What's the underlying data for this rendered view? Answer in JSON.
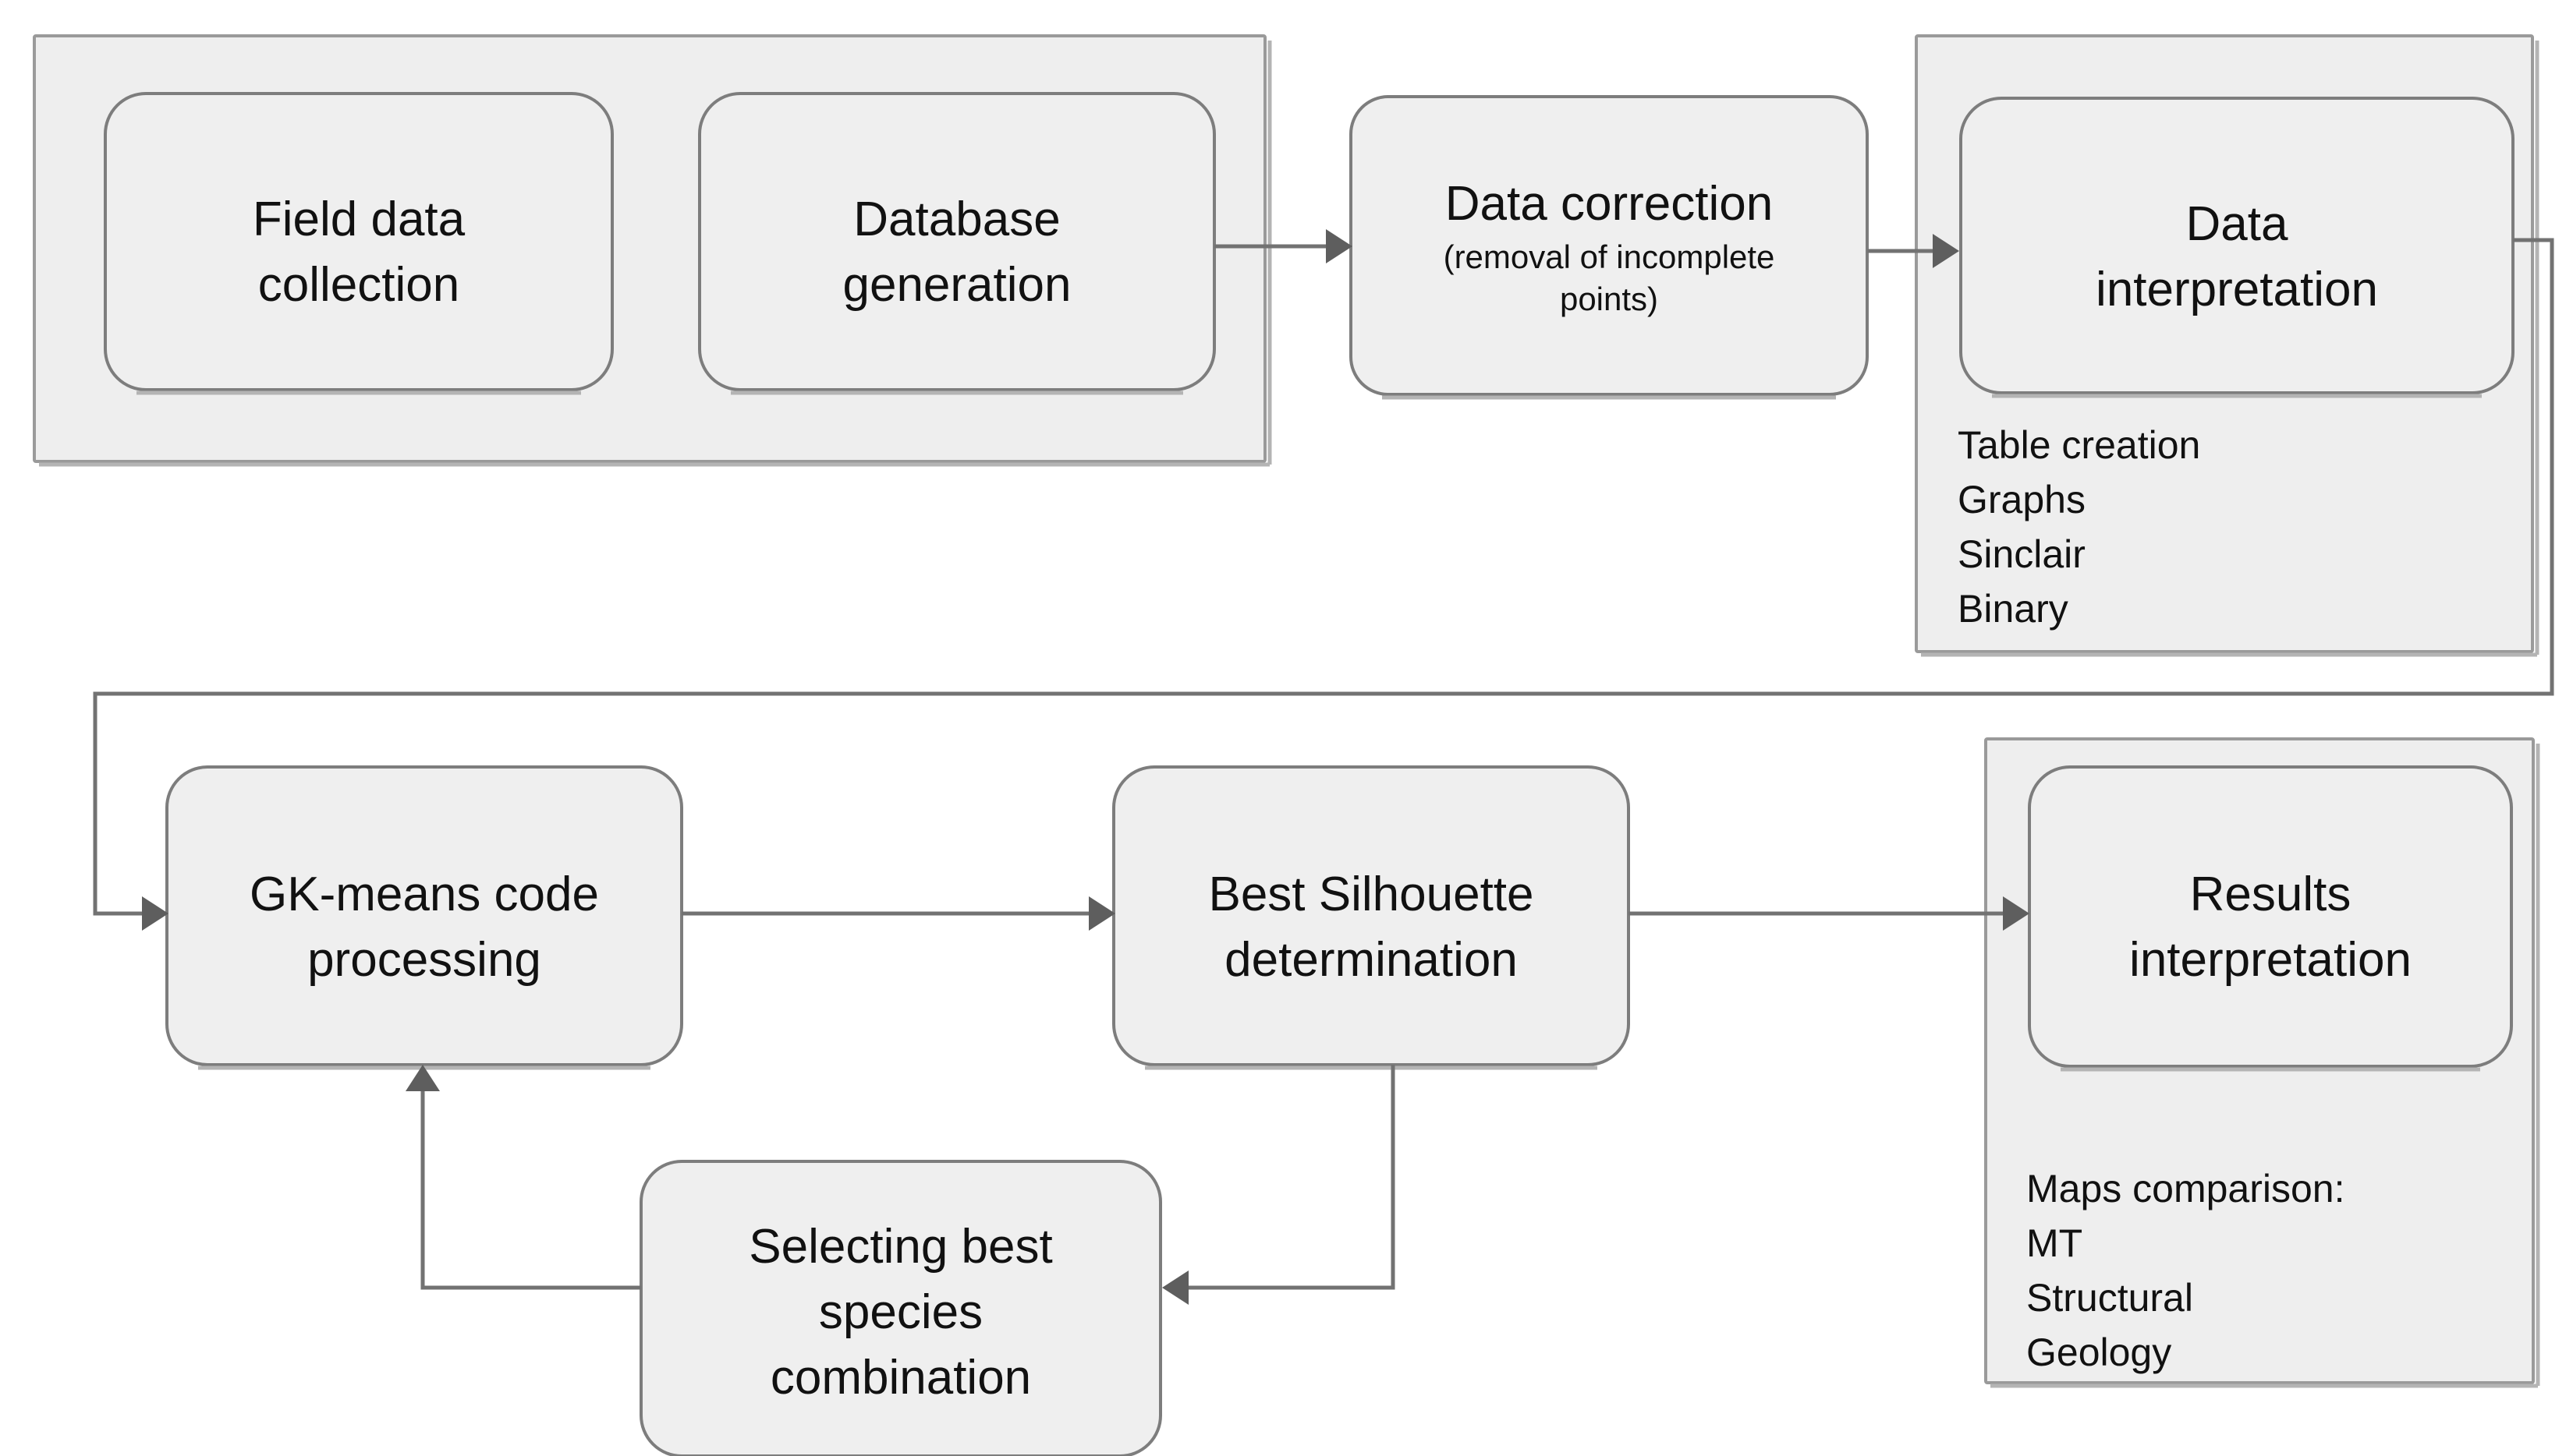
{
  "diagram": {
    "type": "flowchart",
    "title": "",
    "colors": {
      "box_fill": "#eeeeee",
      "box_stroke": "#7d7d7d",
      "group_stroke": "#9a9a9a",
      "connector": "#727272",
      "text": "#111111"
    },
    "groups": [
      {
        "id": "acquisition-group",
        "label": ""
      },
      {
        "id": "data-interpretation-group",
        "label": ""
      },
      {
        "id": "results-interpretation-group",
        "label": ""
      }
    ],
    "nodes": {
      "field_data_collection": {
        "line1": "Field data",
        "line2": "collection"
      },
      "database_generation": {
        "line1": "Database",
        "line2": "generation"
      },
      "data_correction": {
        "line1": "Data correction",
        "line2": "(removal of incomplete",
        "line3": "points)"
      },
      "data_interpretation": {
        "line1": "Data",
        "line2": "interpretation"
      },
      "gk_means": {
        "line1": "GK-means code",
        "line2": "processing"
      },
      "best_silhouette": {
        "line1": "Best Silhouette",
        "line2": "determination"
      },
      "selecting_best": {
        "line1": "Selecting best",
        "line2": "species",
        "line3": "combination"
      },
      "results_interpretation": {
        "line1": "Results",
        "line2": "interpretation"
      }
    },
    "data_interpretation_list": [
      "Table creation",
      "Graphs",
      "Sinclair",
      "Binary"
    ],
    "results_interpretation_list": [
      "Maps comparison:",
      "MT",
      "Structural",
      "Geology"
    ],
    "connectors": [
      {
        "from": "database_generation",
        "to": "data_correction",
        "style": "arrow"
      },
      {
        "from": "data_correction",
        "to": "data_interpretation",
        "style": "arrow"
      },
      {
        "from": "data_interpretation",
        "to": "gk_means",
        "style": "arrow-wrap"
      },
      {
        "from": "gk_means",
        "to": "best_silhouette",
        "style": "arrow"
      },
      {
        "from": "best_silhouette",
        "to": "results_interpretation",
        "style": "arrow"
      },
      {
        "from": "best_silhouette",
        "to": "selecting_best",
        "style": "arrow-feedback"
      },
      {
        "from": "selecting_best",
        "to": "gk_means",
        "style": "arrow-feedback"
      }
    ]
  }
}
